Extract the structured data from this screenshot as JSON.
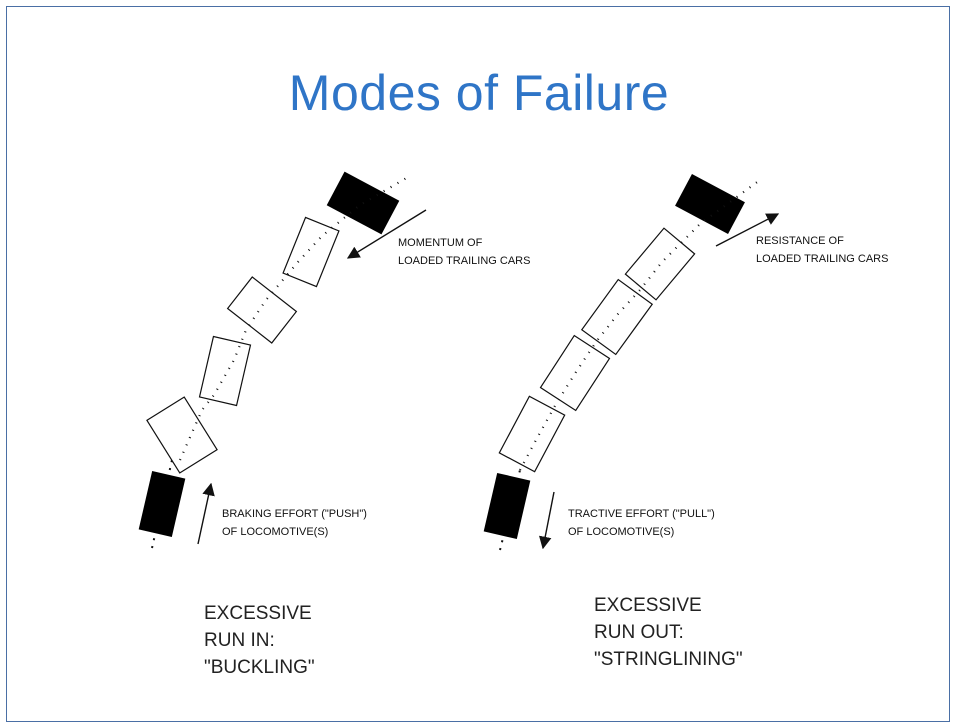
{
  "title": "Modes of Failure",
  "left": {
    "force_top": [
      "MOMENTUM OF",
      "LOADED TRAILING CARS"
    ],
    "force_bottom": [
      "BRAKING EFFORT (\"PUSH\")",
      "OF LOCOMOTIVE(S)"
    ],
    "caption": [
      "EXCESSIVE",
      "RUN IN:",
      "\"BUCKLING\""
    ]
  },
  "right": {
    "force_top": [
      "RESISTANCE OF",
      "LOADED TRAILING CARS"
    ],
    "force_bottom": [
      "TRACTIVE EFFORT (\"PULL\")",
      "OF LOCOMOTIVE(S)"
    ],
    "caption": [
      "EXCESSIVE",
      "RUN OUT:",
      "\"STRINGLINING\""
    ]
  },
  "colors": {
    "title": "#2f75c7",
    "frame": "#4a6fa5",
    "ink": "#111111"
  }
}
